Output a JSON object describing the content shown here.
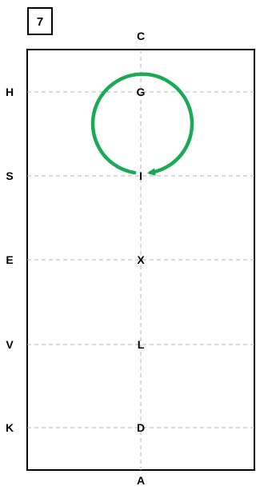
{
  "figure_number": "7",
  "markers": {
    "top": "C",
    "bottom": "A",
    "left": [
      "H",
      "S",
      "E",
      "V",
      "K"
    ],
    "center": [
      "G",
      "I",
      "X",
      "L",
      "D"
    ]
  },
  "colors": {
    "arena_border": "#000000",
    "gridline": "#b3b3b3",
    "path": "#1aaa55"
  },
  "path": {
    "shape": "circle",
    "direction": "clockwise",
    "start_marker": "I",
    "through_marker": "G",
    "end_marker": "I"
  }
}
